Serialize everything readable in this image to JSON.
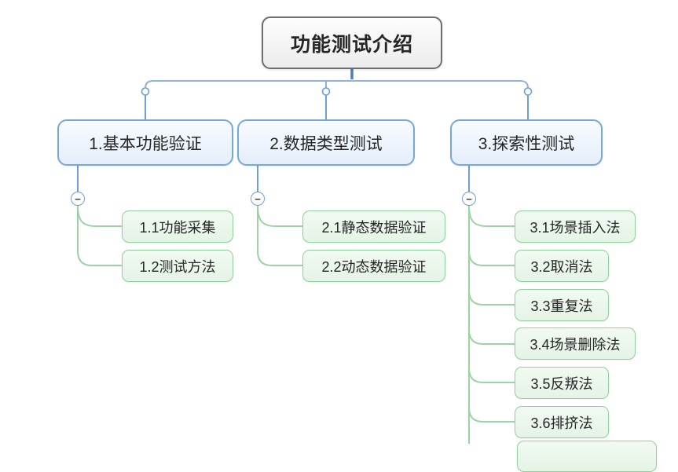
{
  "ui": {
    "collapse_glyph": "−"
  },
  "colors": {
    "root_border": "#6e6e6e",
    "root_fill": "#f2f2f2",
    "branch_border": "#77a8db",
    "branch_fill": "#e9f1fb",
    "leaf_border": "#90d09a",
    "leaf_fill": "#e9f6ea",
    "blue_connector": "#6f9ed6",
    "green_connector": "#9cd3a5",
    "text": "#262626"
  },
  "mindmap": {
    "root": {
      "label": "功能测试介绍"
    },
    "branches": [
      {
        "label": "1.基本功能验证",
        "collapsed": false,
        "children": [
          {
            "label": "1.1功能采集"
          },
          {
            "label": "1.2测试方法"
          }
        ]
      },
      {
        "label": "2.数据类型测试",
        "collapsed": false,
        "children": [
          {
            "label": "2.1静态数据验证"
          },
          {
            "label": "2.2动态数据验证"
          }
        ]
      },
      {
        "label": "3.探索性测试",
        "collapsed": false,
        "children": [
          {
            "label": "3.1场景插入法"
          },
          {
            "label": "3.2取消法"
          },
          {
            "label": "3.3重复法"
          },
          {
            "label": "3.4场景删除法"
          },
          {
            "label": "3.5反叛法"
          },
          {
            "label": "3.6排挤法"
          }
        ]
      }
    ]
  }
}
